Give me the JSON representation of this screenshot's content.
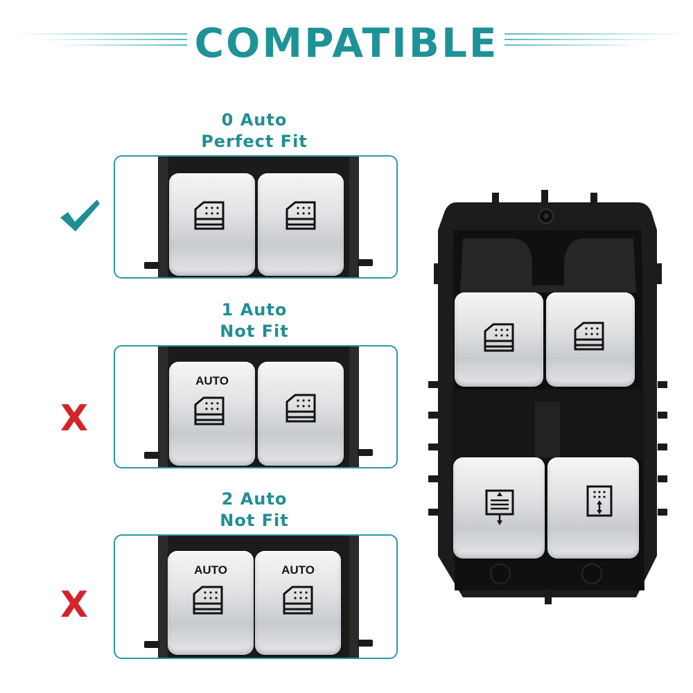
{
  "header": {
    "title": "COMPATIBLE"
  },
  "colors": {
    "accent": "#1e9397",
    "frame_border": "#2a9aa0",
    "check": "#1f8f93",
    "cross": "#d4232a",
    "housing": "#1b1b1b",
    "button_silver": "#dfe1e3"
  },
  "options": [
    {
      "line1": "0 Auto",
      "line2": "Perfect  Fit",
      "status": "check",
      "status_icon": "check-icon",
      "left_button_label": "",
      "right_button_label": ""
    },
    {
      "line1": "1 Auto",
      "line2": "Not Fit",
      "status": "cross",
      "status_icon": "cross-icon",
      "status_mark": "X",
      "left_button_label": "AUTO",
      "right_button_label": ""
    },
    {
      "line1": "2 Auto",
      "line2": "Not Fit",
      "status": "cross",
      "status_icon": "cross-icon",
      "status_mark": "X",
      "left_button_label": "AUTO",
      "right_button_label": "AUTO"
    }
  ],
  "switch_unit": {
    "icons": [
      "window-icon",
      "window-icon",
      "child-lock-window-icon",
      "child-lock-window-icon"
    ]
  }
}
